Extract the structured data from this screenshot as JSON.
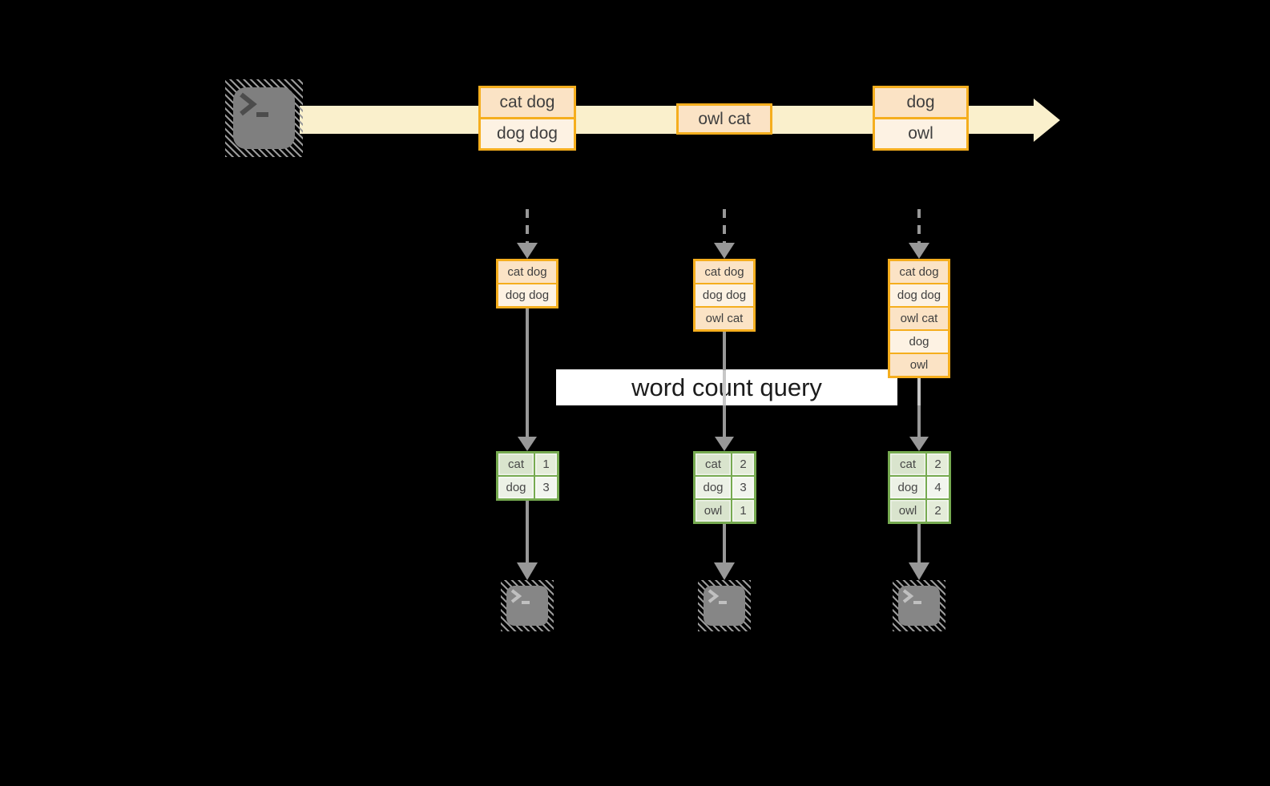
{
  "palette": {
    "bg": "#000000",
    "gold": "#f5ae1e",
    "peach": "#fbe3c5",
    "cream": "#fdf2e3",
    "band": "#faf0cc",
    "green": "#76aa50",
    "gwa": "#d9e4cd",
    "gca": "#e4ecd9",
    "gwb": "#ecf1e6",
    "gcb": "#f2f5ee",
    "arrow": "#989898",
    "arrowlight": "#c7c7c7",
    "hatch": "#9a9a9a",
    "term": "#7f7f7f",
    "termsink": "#868686",
    "glyphdark": "#4c4c4c",
    "glyphlight": "#c0c0c0",
    "text": "#3f3f3f",
    "banner_bg": "#ffffff",
    "banner_text": "#1c1c1c"
  },
  "source_terminal": {
    "icon": "terminal-icon"
  },
  "stream": {
    "boxes": [
      {
        "rows": [
          "cat dog",
          "dog dog"
        ]
      },
      {
        "rows": [
          "owl cat"
        ]
      },
      {
        "rows": [
          "dog",
          "owl"
        ]
      }
    ]
  },
  "query_banner": {
    "label": "word count query"
  },
  "columns": [
    {
      "state_rows": [
        "cat dog",
        "dog dog"
      ],
      "counts": [
        {
          "word": "cat",
          "count": "1"
        },
        {
          "word": "dog",
          "count": "3"
        }
      ]
    },
    {
      "state_rows": [
        "cat dog",
        "dog dog",
        "owl cat"
      ],
      "counts": [
        {
          "word": "cat",
          "count": "2"
        },
        {
          "word": "dog",
          "count": "3"
        },
        {
          "word": "owl",
          "count": "1"
        }
      ]
    },
    {
      "state_rows": [
        "cat dog",
        "dog dog",
        "owl cat",
        "dog",
        "owl"
      ],
      "counts": [
        {
          "word": "cat",
          "count": "2"
        },
        {
          "word": "dog",
          "count": "4"
        },
        {
          "word": "owl",
          "count": "2"
        }
      ]
    }
  ],
  "sink_terminals": [
    {
      "icon": "terminal-icon"
    },
    {
      "icon": "terminal-icon"
    },
    {
      "icon": "terminal-icon"
    }
  ]
}
